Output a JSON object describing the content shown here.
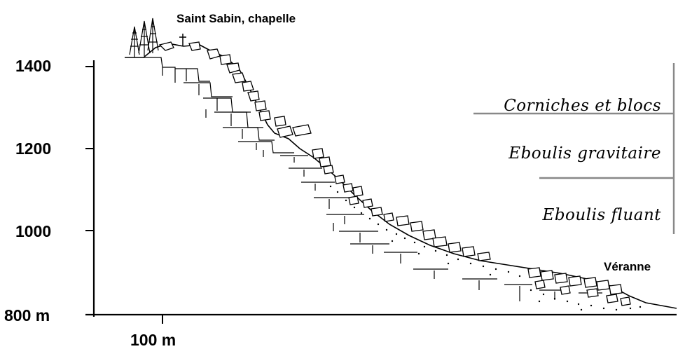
{
  "diagram": {
    "places": {
      "top": "Saint Sabin, chapelle",
      "bottom": "Véranne"
    },
    "y_axis": {
      "ticks": [
        "1400",
        "1200",
        "1000",
        "800 m"
      ]
    },
    "x_axis": {
      "scale_label": "100 m"
    },
    "zones": [
      "Corniches et blocs",
      "Eboulis gravitaire",
      "Eboulis fluant"
    ],
    "colors": {
      "ink": "#000000",
      "zone_divider": "#888888",
      "background": "#ffffff"
    }
  }
}
